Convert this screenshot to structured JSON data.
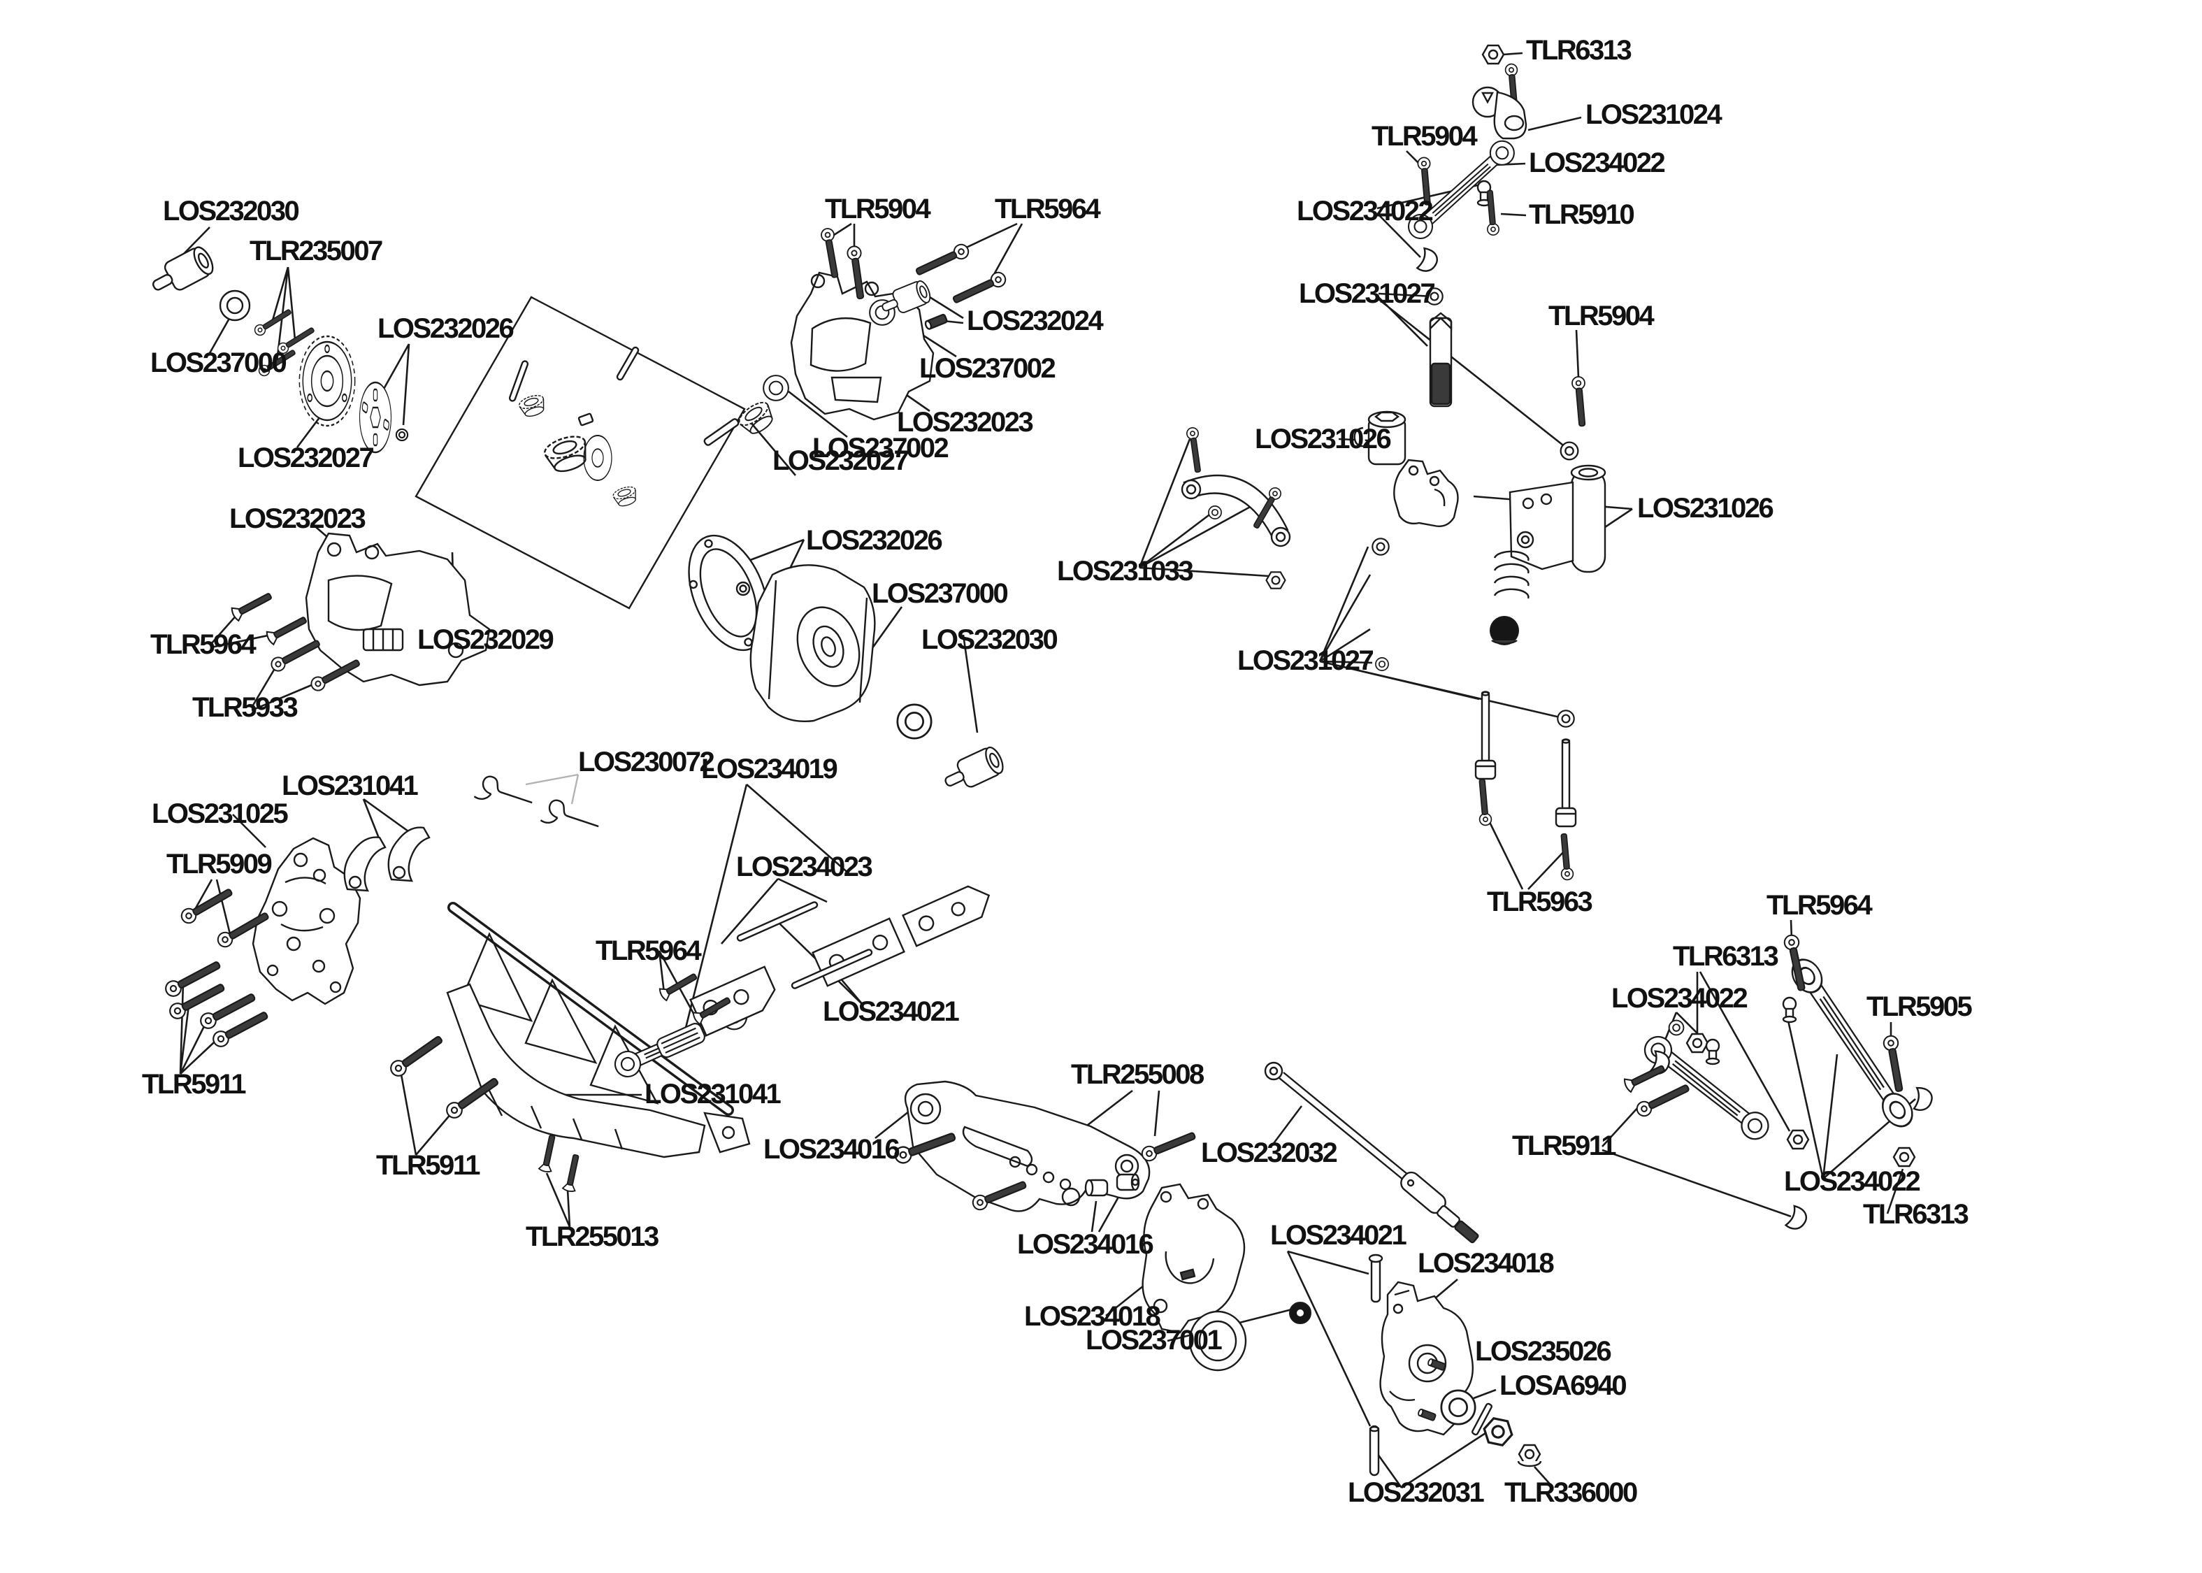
{
  "diagram": {
    "type": "exploded-parts-diagram",
    "background": "#ffffff",
    "line_color": "#1a1a1a",
    "leader_color": "#1a1a1a",
    "alt_leader_color": "#b3b3b3",
    "labels": [
      {
        "text": "LOS232030"
      },
      {
        "text": "TLR235007"
      },
      {
        "text": "LOS237000"
      },
      {
        "text": "LOS232026"
      },
      {
        "text": "LOS232027"
      },
      {
        "text": "LOS232023"
      },
      {
        "text": "TLR5964"
      },
      {
        "text": "TLR5933"
      },
      {
        "text": "LOS232029"
      },
      {
        "text": "LOS232027"
      },
      {
        "text": "LOS232026"
      },
      {
        "text": "LOS237000"
      },
      {
        "text": "LOS232030"
      },
      {
        "text": "TLR5904"
      },
      {
        "text": "TLR5964"
      },
      {
        "text": "LOS232024"
      },
      {
        "text": "LOS237002"
      },
      {
        "text": "LOS232023"
      },
      {
        "text": "LOS237002"
      },
      {
        "text": "TLR6313"
      },
      {
        "text": "LOS231024"
      },
      {
        "text": "TLR5904"
      },
      {
        "text": "LOS234022"
      },
      {
        "text": "LOS234022"
      },
      {
        "text": "TLR5910"
      },
      {
        "text": "LOS231027"
      },
      {
        "text": "TLR5904"
      },
      {
        "text": "LOS231026"
      },
      {
        "text": "LOS231033"
      },
      {
        "text": "LOS231026"
      },
      {
        "text": "LOS231027"
      },
      {
        "text": "TLR5963"
      },
      {
        "text": "LOS231025"
      },
      {
        "text": "TLR5909"
      },
      {
        "text": "LOS231041"
      },
      {
        "text": "LOS230072"
      },
      {
        "text": "TLR5911"
      },
      {
        "text": "TLR5911"
      },
      {
        "text": "TLR255013"
      },
      {
        "text": "LOS231041"
      },
      {
        "text": "LOS234019"
      },
      {
        "text": "LOS234023"
      },
      {
        "text": "TLR5964"
      },
      {
        "text": "LOS234021"
      },
      {
        "text": "TLR255008"
      },
      {
        "text": "LOS234016"
      },
      {
        "text": "LOS234016"
      },
      {
        "text": "LOS232032"
      },
      {
        "text": "TLR5911"
      },
      {
        "text": "LOS234021"
      },
      {
        "text": "LOS234018"
      },
      {
        "text": "LOS234018"
      },
      {
        "text": "LOS237001"
      },
      {
        "text": "LOS235026"
      },
      {
        "text": "LOSA6940"
      },
      {
        "text": "LOS232031"
      },
      {
        "text": "TLR336000"
      },
      {
        "text": "TLR5964"
      },
      {
        "text": "TLR6313"
      },
      {
        "text": "LOS234022"
      },
      {
        "text": "TLR5905"
      },
      {
        "text": "LOS234022"
      },
      {
        "text": "TLR6313"
      }
    ]
  }
}
